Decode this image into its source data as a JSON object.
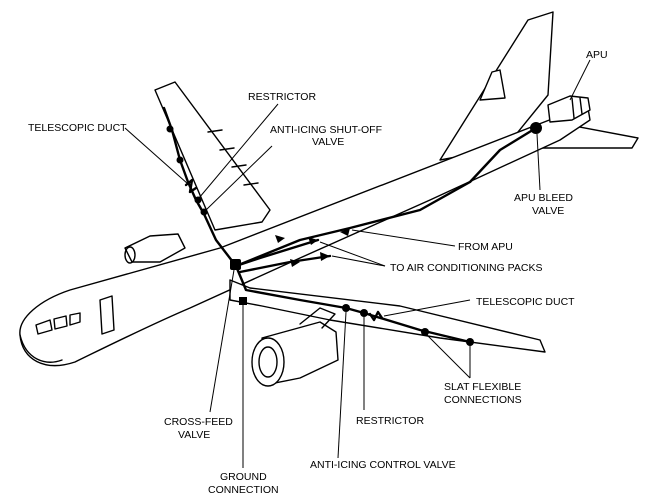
{
  "labels": {
    "apu": "APU",
    "restrictor_top": "RESTRICTOR",
    "telescopic_duct_left": "TELESCOPIC DUCT",
    "anti_icing_shutoff_1": "ANTI-ICING SHUT-OFF",
    "anti_icing_shutoff_2": "VALVE",
    "apu_bleed_1": "APU BLEED",
    "apu_bleed_2": "VALVE",
    "from_apu": "FROM APU",
    "to_ac_packs": "TO AIR CONDITIONING PACKS",
    "telescopic_duct_right": "TELESCOPIC DUCT",
    "slat_flex_1": "SLAT FLEXIBLE",
    "slat_flex_2": "CONNECTIONS",
    "crossfeed_1": "CROSS-FEED",
    "crossfeed_2": "VALVE",
    "restrictor_bottom": "RESTRICTOR",
    "ground_1": "GROUND",
    "ground_2": "CONNECTION",
    "anti_icing_control": "ANTI-ICING CONTROL VALVE"
  }
}
